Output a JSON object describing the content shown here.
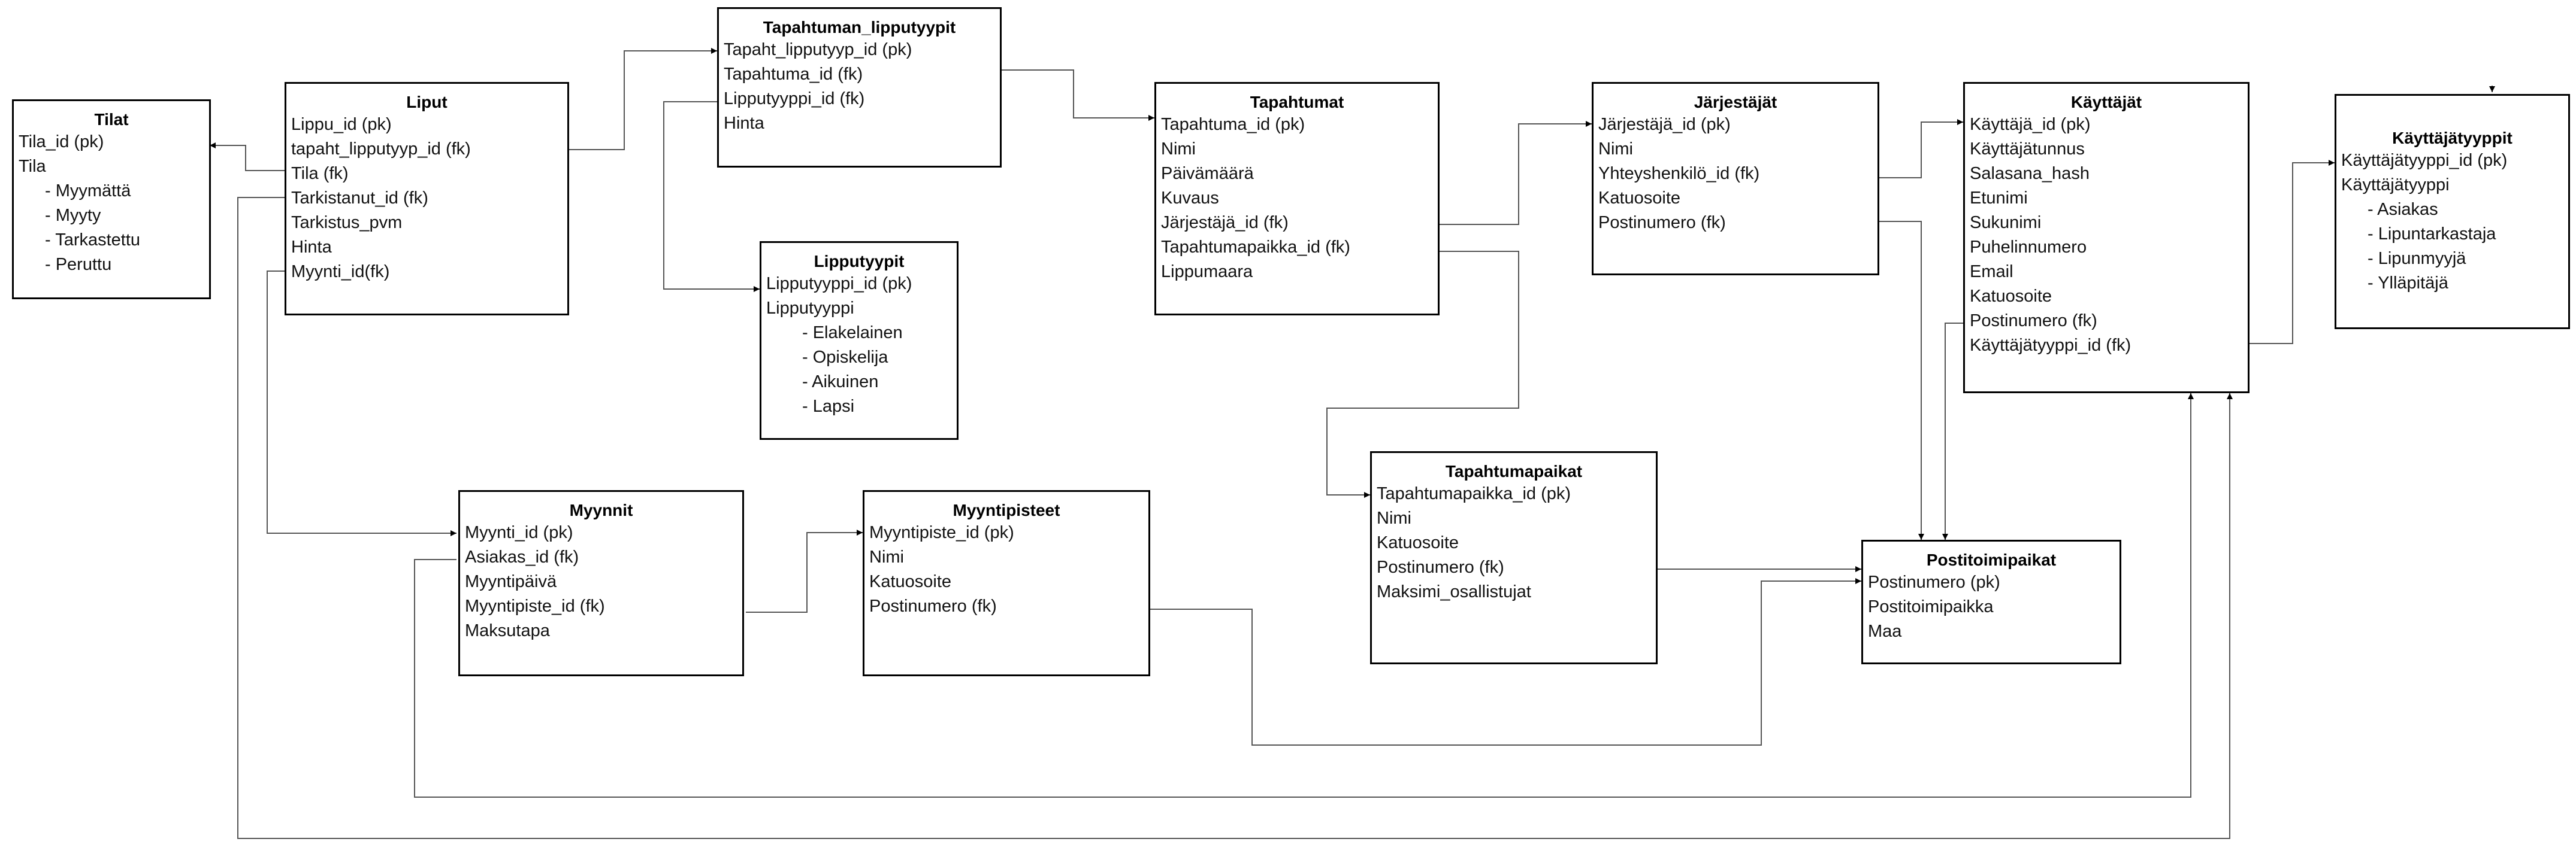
{
  "entities": {
    "tilat": {
      "name": "Tilat",
      "attrs": [
        "Tila_id (pk)",
        "Tila"
      ],
      "values": [
        "- Myymättä",
        "- Myyty",
        "- Tarkastettu",
        "- Peruttu"
      ]
    },
    "liput": {
      "name": "Liput",
      "attrs": [
        "Lippu_id (pk)",
        "tapaht_lipputyyp_id (fk)",
        "Tila (fk)",
        "Tarkistanut_id (fk)",
        "Tarkistus_pvm",
        "Hinta",
        "Myynti_id(fk)"
      ]
    },
    "tapahtuman_lipputyypit": {
      "name": "Tapahtuman_lipputyypit",
      "attrs": [
        "Tapaht_lipputyyp_id (pk)",
        "Tapahtuma_id (fk)",
        "Lipputyyppi_id (fk)",
        "Hinta"
      ]
    },
    "lipputyypit": {
      "name": "Lipputyypit",
      "attrs": [
        "Lipputyyppi_id (pk)",
        "Lipputyyppi"
      ],
      "values": [
        "- Elakelainen",
        "- Opiskelija",
        "- Aikuinen",
        "- Lapsi"
      ]
    },
    "tapahtumat": {
      "name": "Tapahtumat",
      "attrs": [
        "Tapahtuma_id (pk)",
        "Nimi",
        "Päivämäärä",
        "Kuvaus",
        "Järjestäjä_id (fk)",
        "Tapahtumapaikka_id (fk)",
        "Lippumaara"
      ]
    },
    "jarjestajat": {
      "name": "Järjestäjät",
      "attrs": [
        "Järjestäjä_id (pk)",
        "Nimi",
        "Yhteyshenkilö_id (fk)",
        "Katuosoite",
        "Postinumero (fk)"
      ]
    },
    "kayttajat": {
      "name": "Käyttäjät",
      "attrs": [
        "Käyttäjä_id (pk)",
        "Käyttäjätunnus",
        "Salasana_hash",
        "Etunimi",
        "Sukunimi",
        "Puhelinnumero",
        "Email",
        "Katuosoite",
        "Postinumero (fk)",
        "Käyttäjätyyppi_id (fk)"
      ]
    },
    "kayttajatyypit": {
      "name": "Käyttäjätyyppit",
      "attrs": [
        "Käyttäjätyyppi_id (pk)",
        "Käyttäjätyyppi"
      ],
      "values": [
        "- Asiakas",
        "- Lipuntarkastaja",
        "- Lipunmyyjä",
        "- Ylläpitäjä"
      ]
    },
    "myynnit": {
      "name": "Myynnit",
      "attrs": [
        "Myynti_id (pk)",
        "Asiakas_id (fk)",
        "Myyntipäivä",
        "Myyntipiste_id (fk)",
        "Maksutapa"
      ]
    },
    "myyntipisteet": {
      "name": "Myyntipisteet",
      "attrs": [
        "Myyntipiste_id (pk)",
        "Nimi",
        "Katuosoite",
        "Postinumero (fk)"
      ]
    },
    "tapahtumapaikat": {
      "name": "Tapahtumapaikat",
      "attrs": [
        "Tapahtumapaikka_id (pk)",
        "Nimi",
        "Katuosoite",
        "Postinumero (fk)",
        "Maksimi_osallistujat"
      ]
    },
    "postitoimipaikat": {
      "name": "Postitoimipaikat",
      "attrs": [
        "Postinumero (pk)",
        "Postitoimipaikka",
        "Maa"
      ]
    }
  },
  "style": {
    "line_color": "#555555",
    "border_color": "#000000"
  }
}
